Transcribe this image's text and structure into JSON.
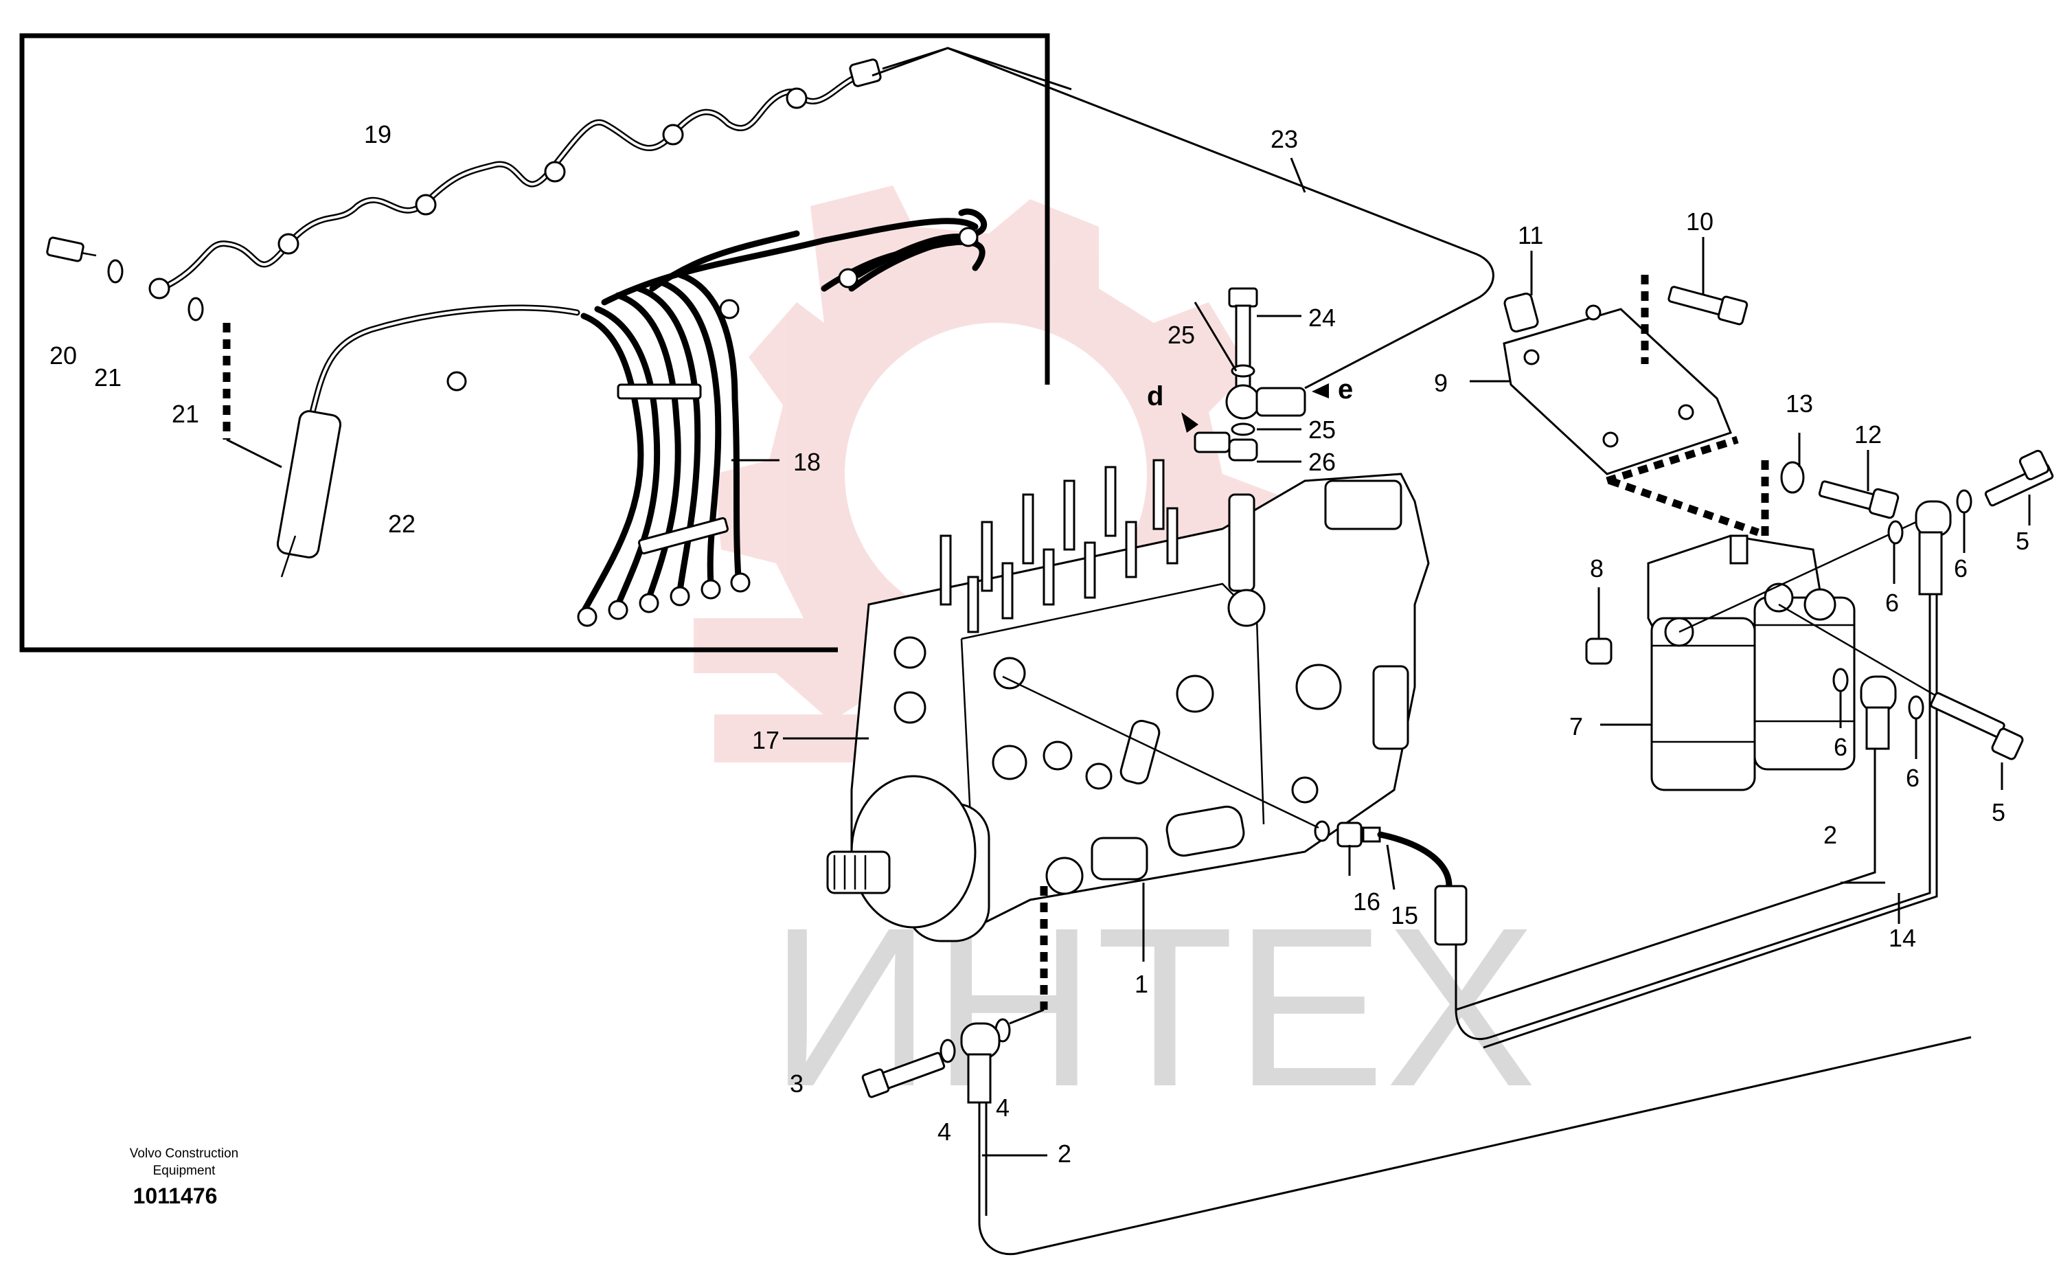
{
  "diagram": {
    "callouts": {
      "c1": "1",
      "c2a": "2",
      "c2b": "2",
      "c3": "3",
      "c4a": "4",
      "c4b": "4",
      "c5a": "5",
      "c5b": "5",
      "c6a": "6",
      "c6b": "6",
      "c6c": "6",
      "c6d": "6",
      "c7": "7",
      "c8": "8",
      "c9": "9",
      "c10": "10",
      "c11": "11",
      "c12": "12",
      "c13": "13",
      "c14": "14",
      "c15": "15",
      "c16": "16",
      "c17": "17",
      "c18": "18",
      "c19": "19",
      "c20": "20",
      "c21a": "21",
      "c21b": "21",
      "c22": "22",
      "c23": "23",
      "c24": "24",
      "c25a": "25",
      "c25b": "25",
      "c26": "26",
      "cd": "d",
      "ce": "e"
    },
    "footer": {
      "company_line1": "Volvo Construction",
      "company_line2": "Equipment",
      "figure_number": "1011476"
    },
    "watermark": {
      "text": "ИНТЕХ",
      "color": "#d0d0d0",
      "gear_color": "#f4c6c6"
    },
    "colors": {
      "line": "#000000",
      "background": "#ffffff"
    }
  }
}
